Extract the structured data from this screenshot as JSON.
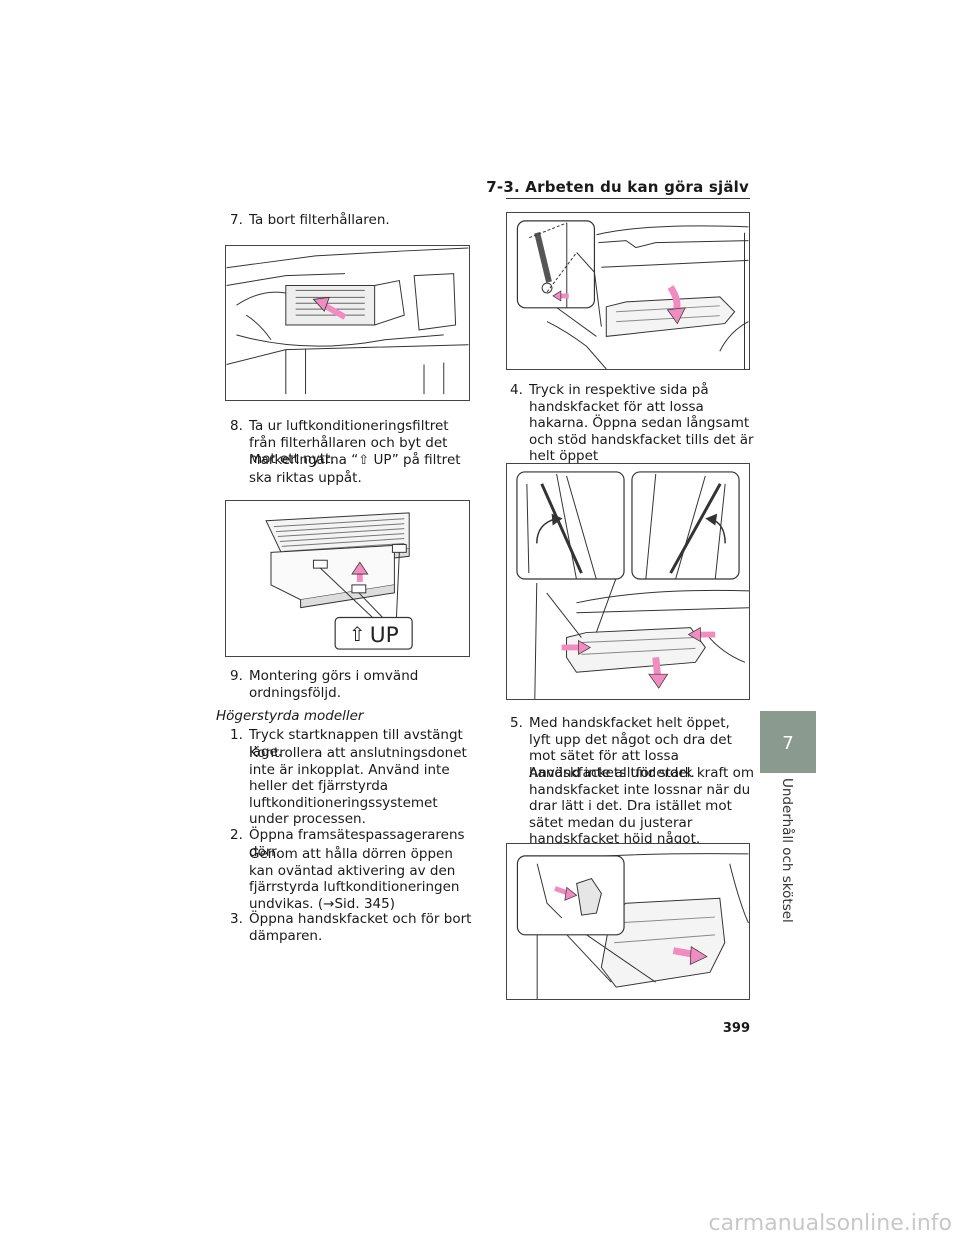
{
  "header": {
    "section": "7-3. Arbeten du kan göra själv"
  },
  "left": {
    "step7": {
      "num": "7.",
      "text": "Ta bort filterhållaren."
    },
    "step8": {
      "num": "8.",
      "text": "Ta ur luftkonditioneringsfiltret från filterhållaren och byt det mot ett nytt.",
      "note_pre": "Markeringarna “",
      "note_post": " UP” på filtret ska riktas uppåt."
    },
    "fig_label": "UP",
    "step9": {
      "num": "9.",
      "text": "Montering görs i omvänd ordningsföljd."
    },
    "rhd_heading": "Högerstyrda modeller",
    "r1": {
      "num": "1.",
      "text": "Tryck startknappen till avstängt läge.",
      "note": "Kontrollera att anslutningsdonet inte är inkopplat. Använd inte heller det fjärrstyrda luftkonditioneringssystemet under processen."
    },
    "r2": {
      "num": "2.",
      "text": "Öppna framsätespassagerarens dörr.",
      "note": "Genom att hålla dörren öppen kan oväntad aktivering av den fjärrstyrda luftkonditioneringen undvikas. (→Sid. 345)"
    },
    "r3": {
      "num": "3.",
      "text": "Öppna handskfacket och för bort dämparen."
    }
  },
  "right": {
    "r4": {
      "num": "4.",
      "text": "Tryck in respektive sida på handskfacket för att lossa hakarna. Öppna sedan långsamt och stöd handskfacket tills det är helt öppet"
    },
    "r5": {
      "num": "5.",
      "text": "Med handskfacket helt öppet, lyft upp det något och dra det mot sätet för att lossa handskfackets underdel.",
      "note": "Använd inte alltför stark kraft om handskfacket inte lossnar när du drar lätt i det. Dra istället mot sätet medan du justerar handskfacket höjd något."
    }
  },
  "chapter": {
    "number": "7",
    "title": "Underhåll och skötsel"
  },
  "page_number": "399",
  "watermark": "carmanualsonline.info",
  "colors": {
    "accent_pink": "#f08cc0",
    "chapter_box": "#8a9a8e"
  }
}
